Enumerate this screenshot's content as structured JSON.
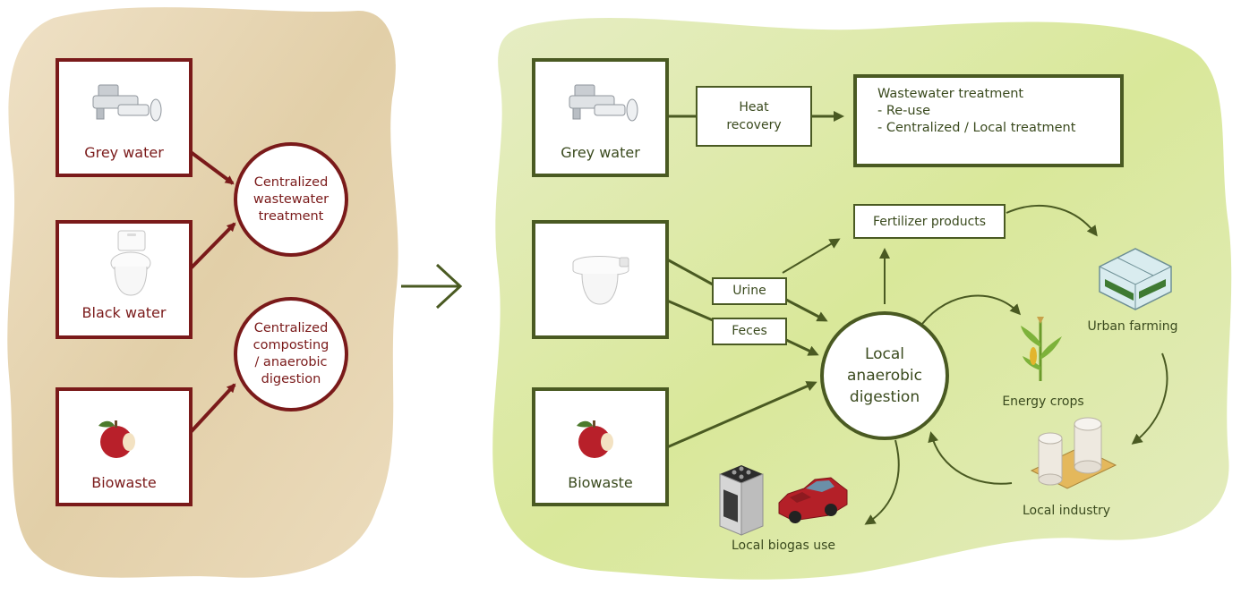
{
  "colors": {
    "old_accent": "#7a1a1a",
    "new_accent": "#4a5a22",
    "old_background": "#e8d8b8",
    "new_background": "#dfe9b0"
  },
  "current_system": {
    "sources": [
      {
        "label": "Grey water",
        "icon": "faucet-icon"
      },
      {
        "label": "Black water",
        "icon": "toilet-icon"
      },
      {
        "label": "Biowaste",
        "icon": "apple-icon"
      }
    ],
    "treatments": [
      {
        "lines": [
          "Centralized",
          "wastewater",
          "treatment"
        ]
      },
      {
        "lines": [
          "Centralized",
          "composting",
          "/ anaerobic",
          "digestion"
        ]
      }
    ]
  },
  "transition_icon": "arrow-right-icon",
  "proposed_system": {
    "sources": [
      {
        "label": "Grey water",
        "icon": "faucet-icon"
      },
      {
        "label": "",
        "icon": "separating-toilet-icon"
      },
      {
        "label": "Biowaste",
        "icon": "apple-icon"
      }
    ],
    "heat_recovery": {
      "lines": [
        "Heat",
        "recovery"
      ]
    },
    "wastewater": {
      "title": "Wastewater treatment",
      "items": [
        "- Re-use",
        "- Centralized / Local treatment"
      ]
    },
    "urine_label": "Urine",
    "feces_label": "Feces",
    "fertilizer_label": "Fertilizer products",
    "digestion": {
      "lines": [
        "Local",
        "anaerobic",
        "digestion"
      ]
    },
    "urban_farming": "Urban farming",
    "energy_crops": "Energy crops",
    "local_industry": "Local industry",
    "local_biogas": "Local biogas use"
  }
}
